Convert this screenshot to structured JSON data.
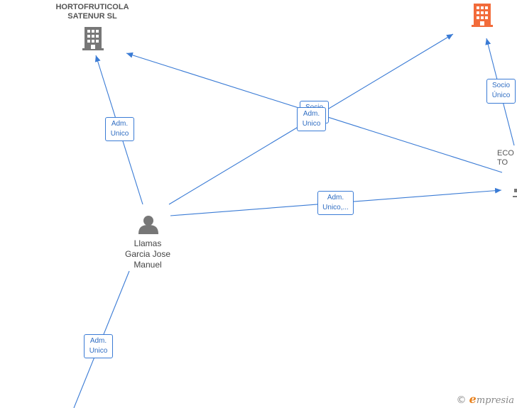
{
  "nodes": {
    "hortofruticola": {
      "label": "HORTOFRUTICOLA\nSATENUR  SL",
      "icon": "building-icon",
      "color": "#777777"
    },
    "top_right_company": {
      "label": "",
      "icon": "building-icon",
      "color": "#f26b3a"
    },
    "eco_company": {
      "label": "ECO\nTO",
      "icon": "building-icon"
    },
    "llamas": {
      "label": "Llamas\nGarcia Jose\nManuel",
      "icon": "person-icon",
      "color": "#777777"
    }
  },
  "edges": [
    {
      "label": "Adm.\nUnico"
    },
    {
      "label": "Adm.\nUnico"
    },
    {
      "label": "Socio"
    },
    {
      "label": "Adm.\nUnico,..."
    },
    {
      "label": "Socio\nÚnico"
    },
    {
      "label": "Adm.\nUnico"
    }
  ],
  "accent": "#3a7bd5",
  "watermark": {
    "copyright": "©",
    "brand_initial": "e",
    "brand_rest": "mpresia"
  }
}
